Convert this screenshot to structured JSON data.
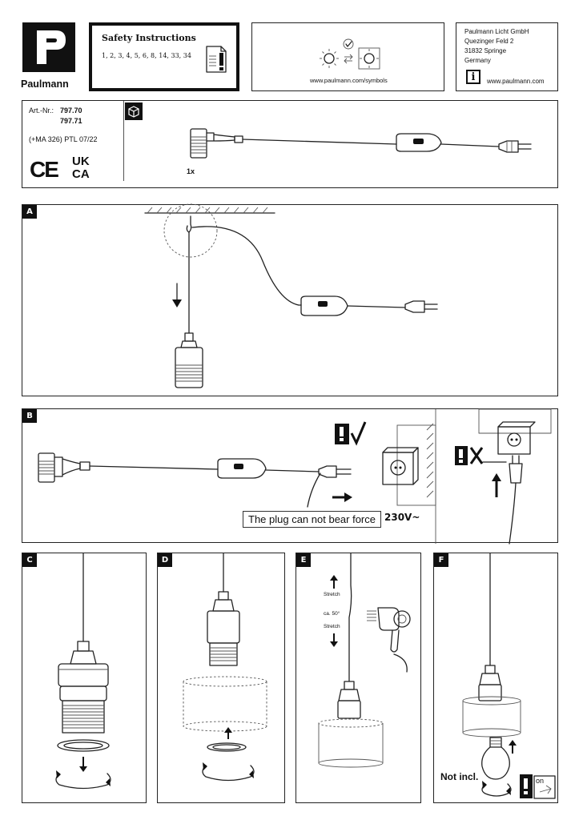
{
  "brand": {
    "logo_letter": "P",
    "name": "Paulmann"
  },
  "safety": {
    "title": "Safety Instructions",
    "numbers": "1, 2, 3, 4, 5, 6, 8, 14, 33, 34"
  },
  "symbols": {
    "url": "www.paulmann.com/symbols"
  },
  "company": {
    "name": "Paulmann Licht GmbH",
    "street": "Quezinger Feld 2",
    "city": "31832 Springe",
    "country": "Germany",
    "info_symbol": "i",
    "url": "www.paulmann.com"
  },
  "article": {
    "label": "Art.-Nr.:",
    "number1": "797.70",
    "number2": "797.71",
    "code": "(+MA 326) PTL 07/22",
    "ce": "CE",
    "ukca_top": "UK",
    "ukca_bottom": "CA",
    "quantity": "1x"
  },
  "panels": {
    "a": {
      "letter": "A"
    },
    "b": {
      "letter": "B",
      "warning_text": "The plug can not bear force",
      "voltage": "230V~"
    },
    "c": {
      "letter": "C"
    },
    "d": {
      "letter": "D"
    },
    "e": {
      "letter": "E",
      "stretch_top": "Stretch",
      "angle": "ca. 50°",
      "stretch_bottom": "Stretch"
    },
    "f": {
      "letter": "F",
      "not_included": "Not incl.",
      "switch_label": "on"
    }
  },
  "icons": [
    "box-icon",
    "document-warning-icon",
    "sun-icon",
    "check-icon",
    "swap-arrows-icon",
    "info-icon",
    "hair-dryer-icon",
    "exclamation-icon",
    "cross-icon"
  ]
}
